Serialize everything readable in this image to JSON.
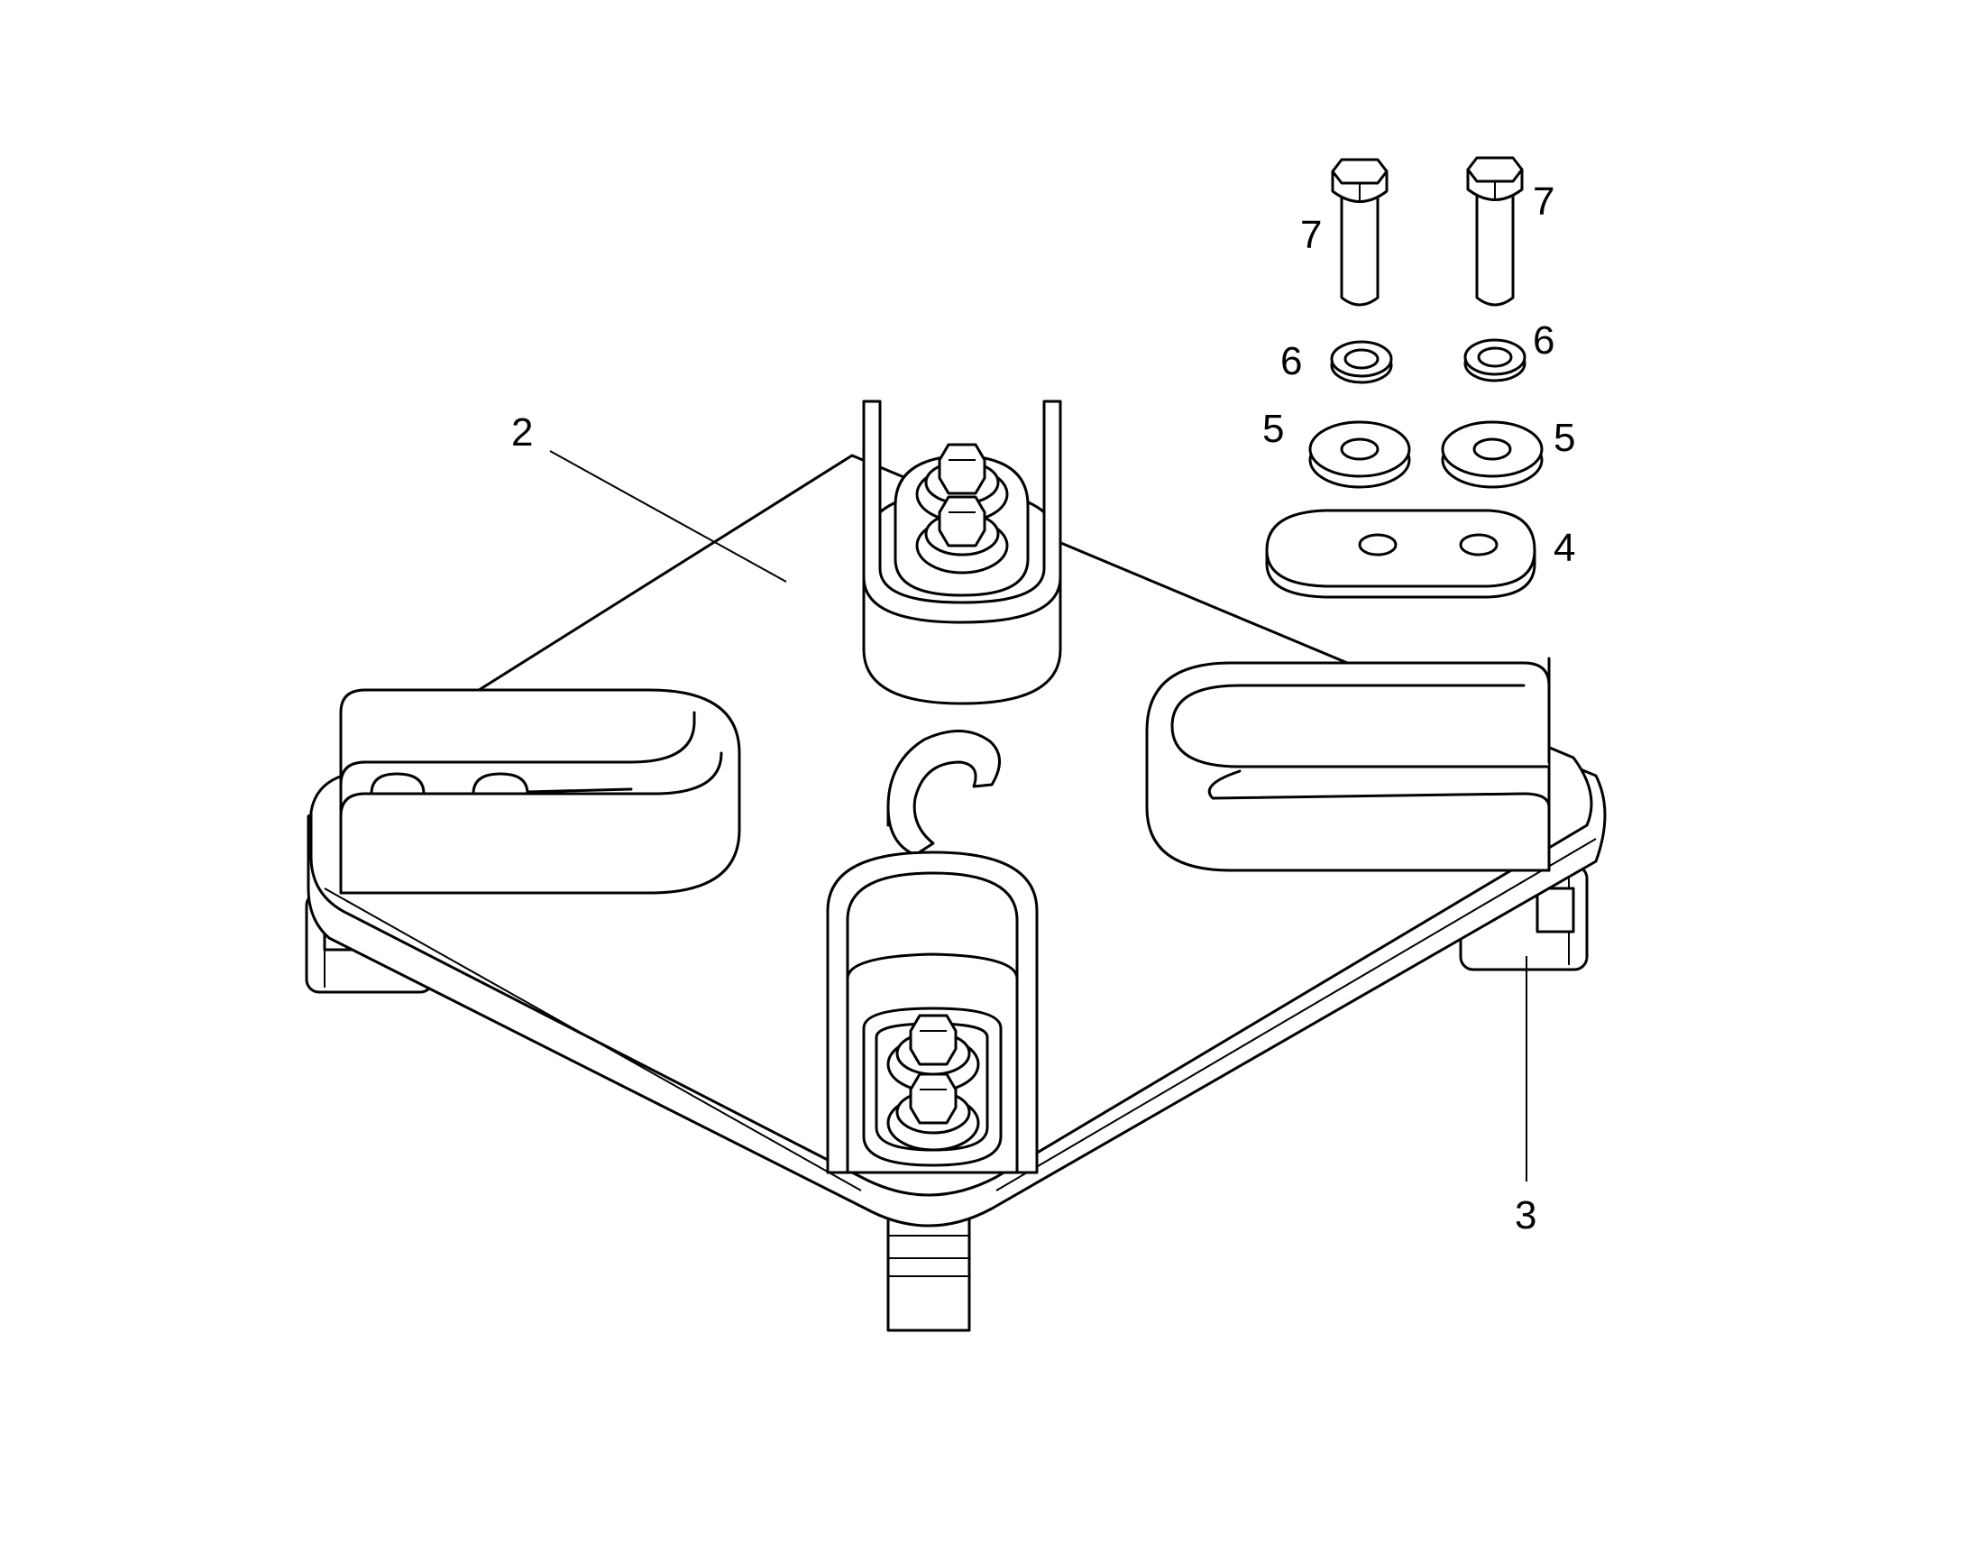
{
  "callouts": {
    "c2": "2",
    "c3": "3",
    "c4": "4",
    "c5_left": "5",
    "c5_right": "5",
    "c6_left": "6",
    "c6_right": "6",
    "c7_left": "7",
    "c7_right": "7"
  },
  "colors": {
    "line": "#000000",
    "background": "#ffffff"
  }
}
